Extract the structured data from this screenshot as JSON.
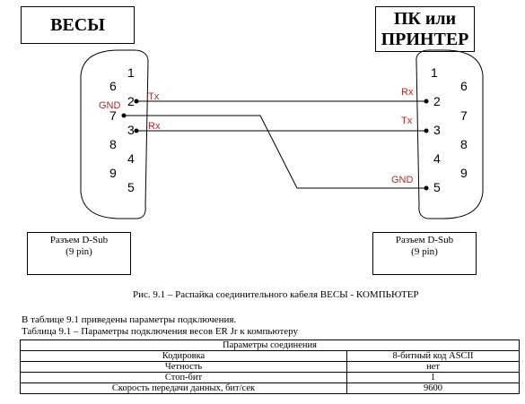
{
  "left_device": {
    "title": "ВЕСЫ",
    "connector": [
      "Разъем D-Sub",
      "(9 pin)"
    ]
  },
  "right_device": {
    "title_lines": [
      "ПК или",
      "ПРИНТЕР"
    ],
    "connector": [
      "Разъем D-Sub",
      "(9 pin)"
    ]
  },
  "left_pins": [
    "1",
    "6",
    "2",
    "7",
    "3",
    "8",
    "4",
    "9",
    "5"
  ],
  "right_pins": [
    "1",
    "6",
    "2",
    "7",
    "3",
    "8",
    "4",
    "9",
    "5"
  ],
  "signals": {
    "left_tx": "Tx",
    "left_rx": "Rx",
    "left_gnd": "GND",
    "right_rx": "Rx",
    "right_tx": "Tx",
    "right_gnd": "GND"
  },
  "figure_caption": "Рис. 9.1 – Распайка соединительного кабеля ВЕСЫ - КОМПЬЮТЕР",
  "intro_text": "В таблице 9.1 приведены параметры подключения.",
  "table_caption": "Таблица 9.1 – Параметры подключения весов ER Jr к компьютеру",
  "table": {
    "header": "Параметры соединения",
    "rows": [
      [
        "Кодировка",
        "8-битный код ASCII"
      ],
      [
        "Четность",
        "нет"
      ],
      [
        "Стоп-бит",
        "1"
      ],
      [
        "Скорость передачи данных, бит/сек",
        "9600"
      ]
    ]
  }
}
